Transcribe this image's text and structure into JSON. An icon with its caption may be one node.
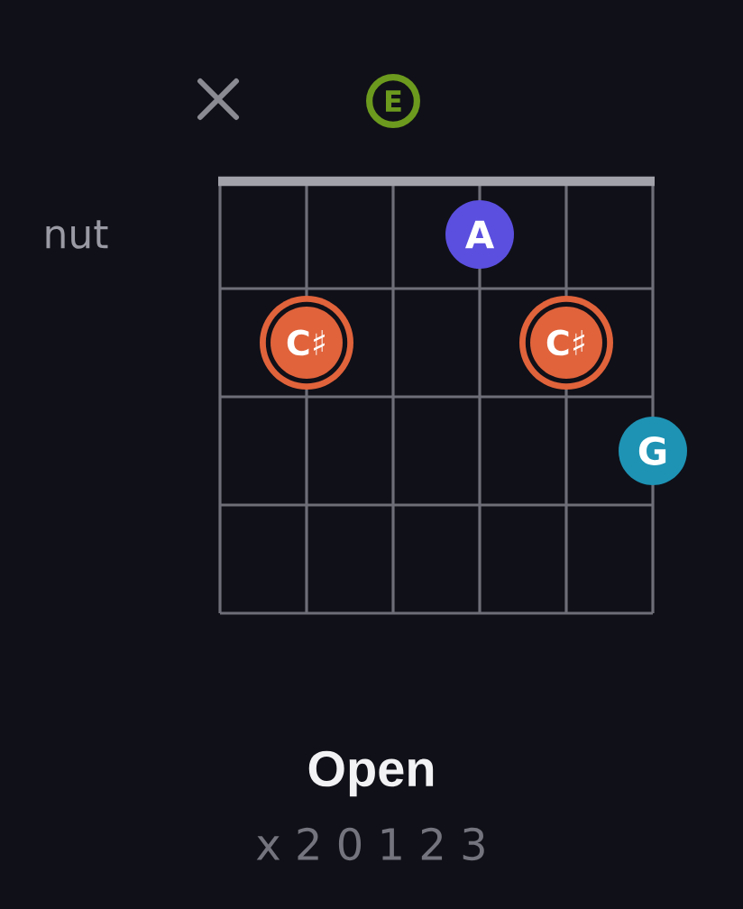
{
  "diagram": {
    "title": "Open",
    "nodes": [
      {
        "text": [
          "E"
        ]
      },
      {
        "text": [
          "A"
        ]
      },
      {
        "text": [
          "C♯"
        ]
      },
      {
        "text": [
          "C♯"
        ]
      },
      {
        "text": [
          "G"
        ]
      }
    ],
    "labels": [
      "nut",
      "x 2 0 1 2 3"
    ]
  }
}
